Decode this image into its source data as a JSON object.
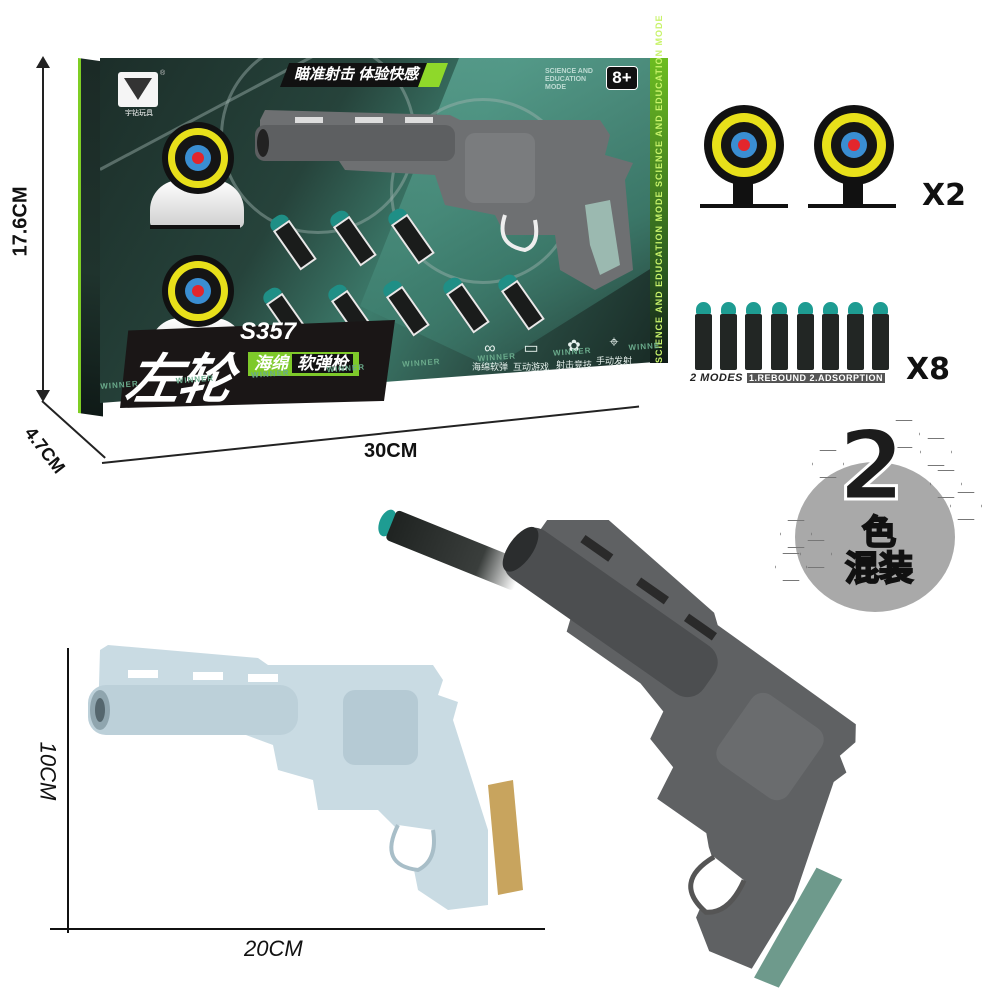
{
  "product": {
    "name_cn": "左轮",
    "model": "S357",
    "subtitle_part1": "海绵",
    "subtitle_part2": "软弹枪",
    "slogan": "瞄准射击 体验快感",
    "brand_text": "宇钻玩具",
    "registered_mark": "®",
    "science_mode_text": "SCIENCE AND EDUCATION MODE",
    "side_strip_text": "SCIENCE AND EDUCATION MODE  SCIENCE AND EDUCATION MODE",
    "age_badge": "8+",
    "winner_text": "WINNER WINNER WINNER WINNER WINNER WINNER WINNER WINNER WINNER",
    "features": [
      {
        "icon": "foam-dart-icon",
        "glyph": "∞",
        "label": "海绵软弹"
      },
      {
        "icon": "cards-icon",
        "glyph": "▭",
        "label": "互动游戏"
      },
      {
        "icon": "flower-icon",
        "glyph": "✿",
        "label": "射击竞技"
      },
      {
        "icon": "crosshair-icon",
        "glyph": "⌖",
        "label": "手动发射"
      }
    ]
  },
  "box_dimensions": {
    "height": "17.6CM",
    "depth": "4.7CM",
    "width": "30CM"
  },
  "accessories": {
    "targets_count": "X2",
    "darts_count": "X8",
    "modes_label": "2 MODES",
    "modes_detail": "1.REBOUND 2.ADSORPTION"
  },
  "color_badge": {
    "number": "2",
    "line1": "色",
    "line2": "混装"
  },
  "gun_dimensions": {
    "height": "10CM",
    "width": "20CM"
  },
  "colors": {
    "box_dark_green": "#1c2e29",
    "box_teal": "#3f8070",
    "accent_lime": "#7ec92a",
    "target_yellow": "#e8e01a",
    "target_blue": "#3a8ed2",
    "target_red": "#e2262c",
    "dart_tip_teal": "#1e9c92",
    "gun_light_blue": "#c9dbe3",
    "gun_grip_tan": "#c8a45e",
    "gun_dark_grey": "#5a5c5e",
    "gun_grip_green": "#6e9a8c"
  }
}
